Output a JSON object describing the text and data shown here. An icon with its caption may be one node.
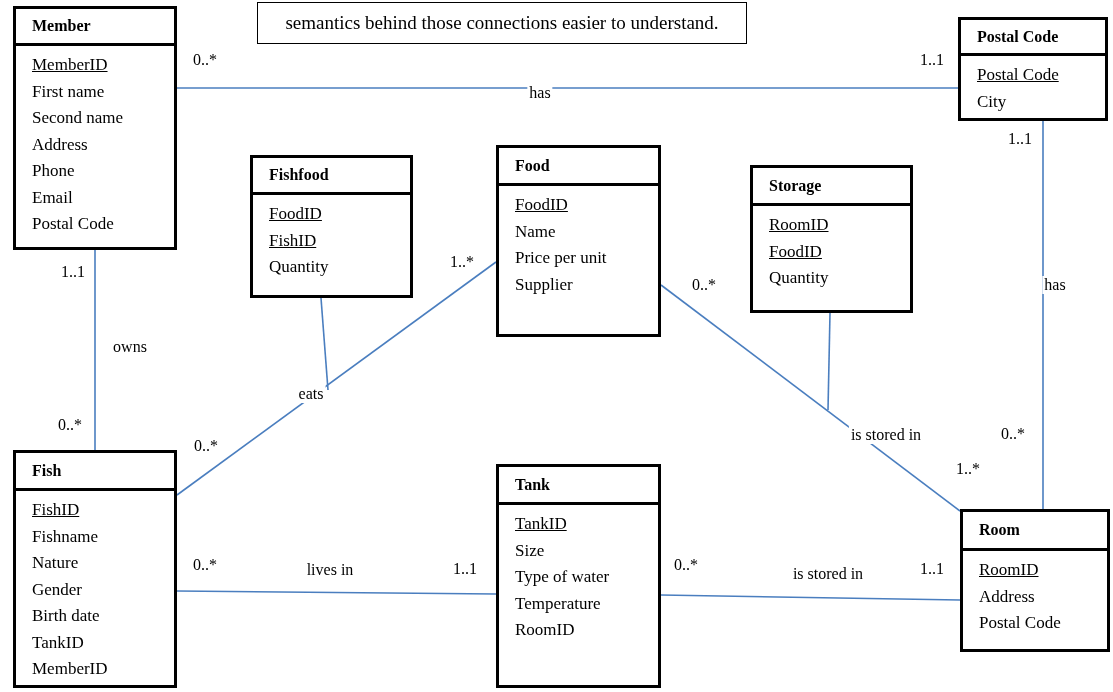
{
  "diagram": {
    "nodes": [
      {
        "text": [
          "semantics behind those connections easier to understand."
        ]
      },
      {
        "text": [
          "Member",
          "MemberID",
          "First name",
          "Second name",
          "Address",
          "Phone",
          "Email",
          "Postal Code"
        ]
      },
      {
        "text": [
          "Postal Code",
          "Postal Code",
          "City"
        ]
      },
      {
        "text": [
          "Fishfood",
          "FoodID",
          "FishID",
          "Quantity"
        ]
      },
      {
        "text": [
          "Food",
          "FoodID",
          "Name",
          "Price per unit",
          "Supplier"
        ]
      },
      {
        "text": [
          "Storage",
          "RoomID",
          "FoodID",
          "Quantity"
        ]
      },
      {
        "text": [
          "Fish",
          "FishID",
          "Fishname",
          "Nature",
          "Gender",
          "Birth date",
          "TankID",
          "MemberID"
        ]
      },
      {
        "text": [
          "Tank",
          "TankID",
          "Size",
          "Type of water",
          "Temperature",
          "RoomID"
        ]
      },
      {
        "text": [
          "Room",
          "RoomID",
          "Address",
          "Postal Code"
        ]
      }
    ],
    "edges": [
      {
        "from": 1,
        "to": 2,
        "arrow": "none",
        "label": "has"
      },
      {
        "from": 1,
        "to": 6,
        "arrow": "none",
        "label": "owns"
      },
      {
        "from": 6,
        "to": 4,
        "arrow": "none",
        "label": "eats"
      },
      {
        "from": 3,
        "to": null,
        "arrow": "none"
      },
      {
        "from": 4,
        "to": 8,
        "arrow": "none",
        "label": "is stored in"
      },
      {
        "from": 5,
        "to": null,
        "arrow": "none"
      },
      {
        "from": 2,
        "to": 8,
        "arrow": "none",
        "label": "has"
      },
      {
        "from": 6,
        "to": 7,
        "arrow": "none",
        "label": "lives in"
      },
      {
        "from": 7,
        "to": 8,
        "arrow": "none",
        "label": "is stored in"
      }
    ],
    "labels": [
      "0..*",
      "1..1",
      "1..1",
      "1..1",
      "1..*",
      "0..*",
      "0..*",
      "0..*",
      "0..*",
      "1..*",
      "0..*",
      "1..1",
      "0..*",
      "1..1"
    ]
  }
}
